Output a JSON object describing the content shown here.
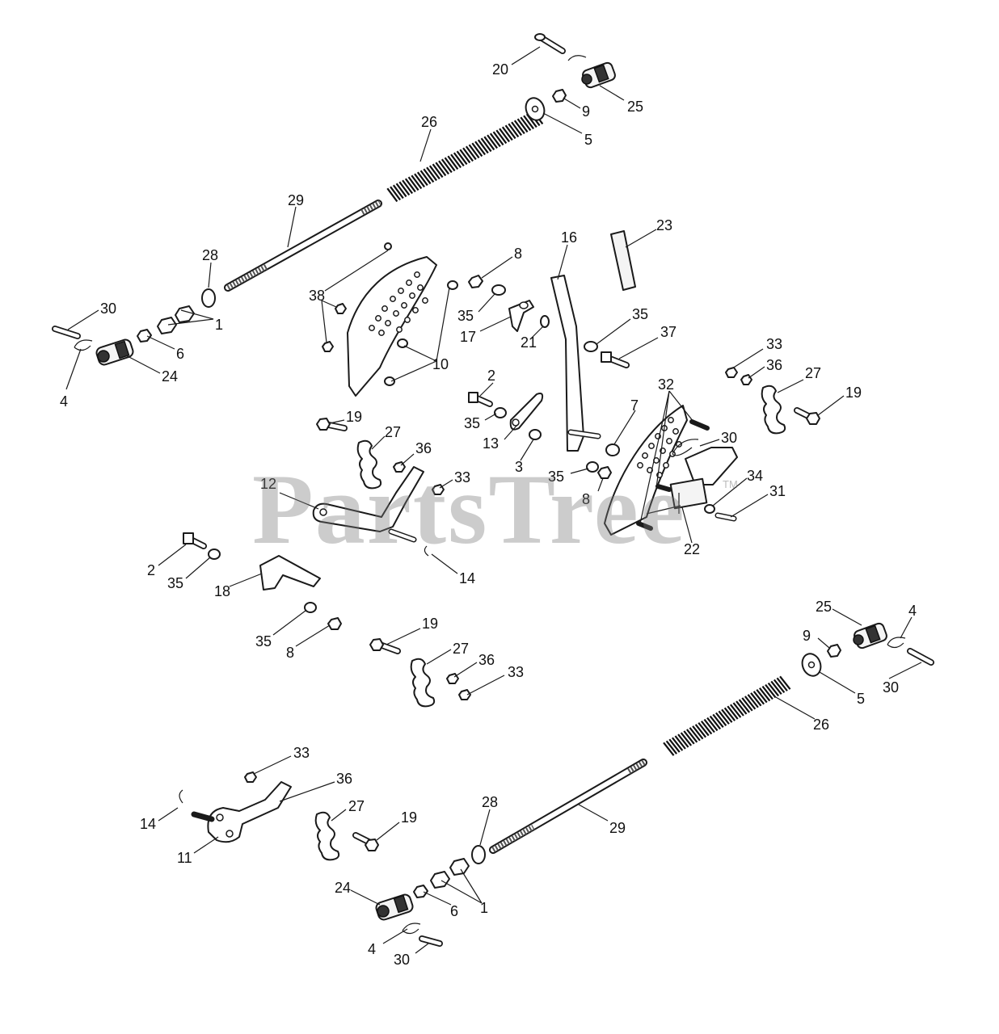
{
  "watermark": {
    "text": "PartsTree",
    "trademark": "TM"
  },
  "callouts": [
    "1",
    "1",
    "2",
    "2",
    "3",
    "4",
    "4",
    "4",
    "5",
    "5",
    "6",
    "6",
    "7",
    "8",
    "8",
    "8",
    "9",
    "9",
    "10",
    "11",
    "12",
    "13",
    "14",
    "14",
    "16",
    "17",
    "18",
    "19",
    "19",
    "19",
    "19",
    "20",
    "21",
    "22",
    "23",
    "24",
    "24",
    "25",
    "25",
    "26",
    "26",
    "27",
    "27",
    "27",
    "27",
    "28",
    "28",
    "29",
    "29",
    "30",
    "30",
    "30",
    "30",
    "31",
    "32",
    "33",
    "33",
    "33",
    "33",
    "34",
    "35",
    "35",
    "35",
    "35",
    "35",
    "35",
    "36",
    "36",
    "36",
    "36",
    "37",
    "38"
  ]
}
